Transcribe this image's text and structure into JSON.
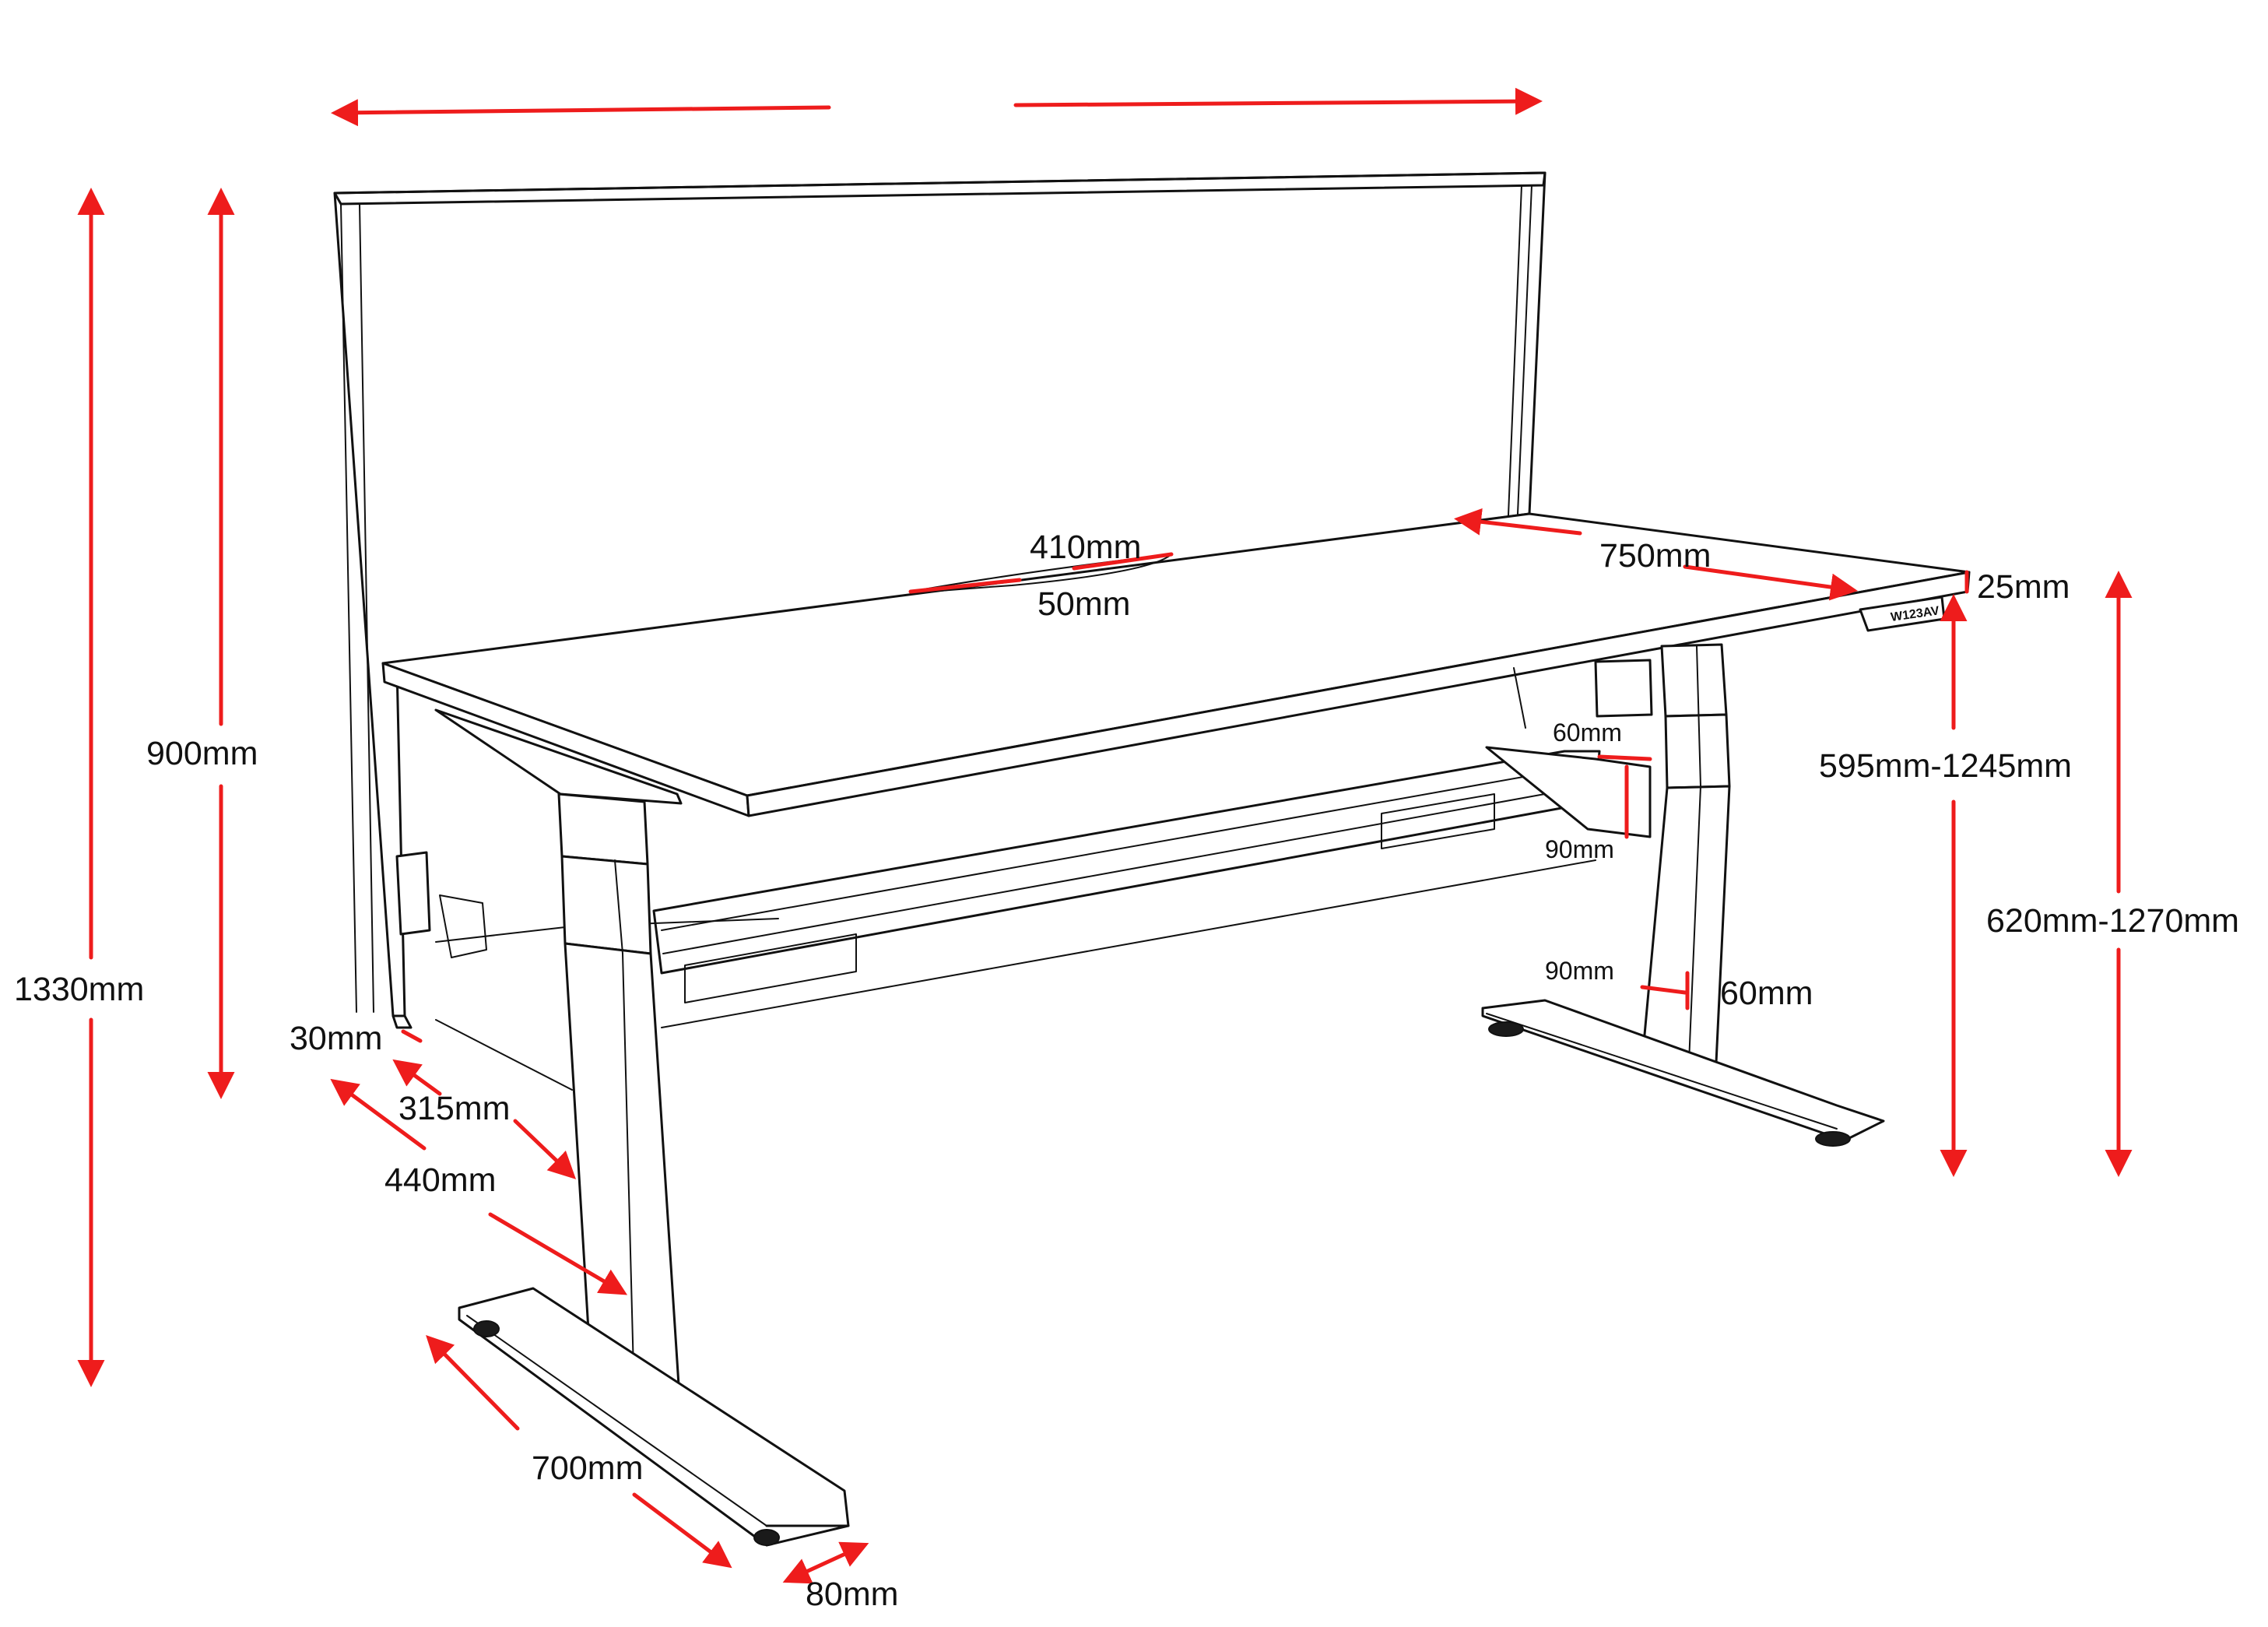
{
  "colors": {
    "arrow": "#ee1c1c",
    "line": "#111111",
    "background": "#ffffff"
  },
  "labels": {
    "screen_height": "1330mm",
    "screen_top_to_desk": "900mm",
    "screen_panel_thickness": "30mm",
    "frame_depth_inner": "315mm",
    "frame_depth_outer": "440mm",
    "foot_length": "700mm",
    "foot_width": "80mm",
    "grommet_length": "410mm",
    "grommet_width": "50mm",
    "desk_depth": "750mm",
    "top_thickness": "25mm",
    "beam_height_small": "60mm",
    "beam_depth_small": "90mm",
    "leg_section_depth": "90mm",
    "leg_section_width": "60mm",
    "height_range_underside": "595mm-1245mm",
    "height_range_top": "620mm-1270mm",
    "controller_text": "W123AV"
  }
}
